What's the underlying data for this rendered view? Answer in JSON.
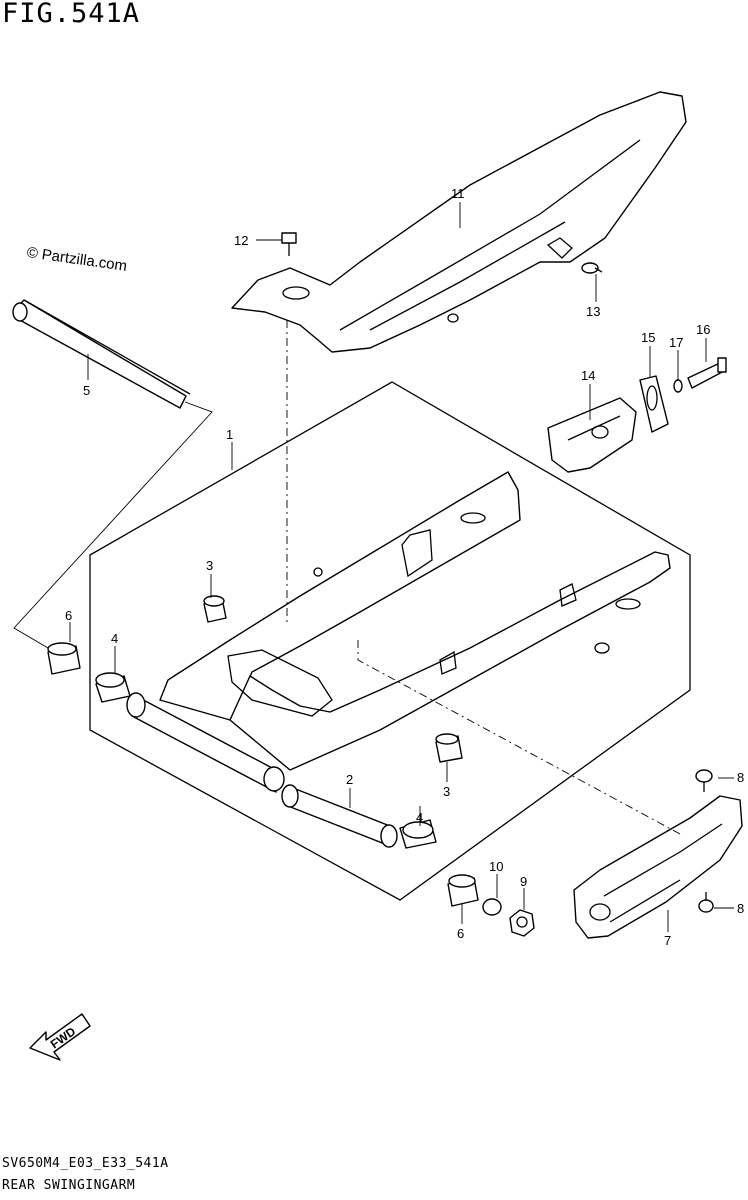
{
  "figure": {
    "title": "FIG.541A",
    "copyright": "© Partzilla.com",
    "footer_code": "SV650M4_E03_E33_541A",
    "footer_name": "REAR SWINGINGARM",
    "fwd_label": "FWD"
  },
  "callouts": [
    {
      "id": "c1",
      "text": "1"
    },
    {
      "id": "c2",
      "text": "2"
    },
    {
      "id": "c3a",
      "text": "3"
    },
    {
      "id": "c3b",
      "text": "3"
    },
    {
      "id": "c4a",
      "text": "4"
    },
    {
      "id": "c4b",
      "text": "4"
    },
    {
      "id": "c5",
      "text": "5"
    },
    {
      "id": "c6a",
      "text": "6"
    },
    {
      "id": "c6b",
      "text": "6"
    },
    {
      "id": "c7",
      "text": "7"
    },
    {
      "id": "c8a",
      "text": "8"
    },
    {
      "id": "c8b",
      "text": "8"
    },
    {
      "id": "c9",
      "text": "9"
    },
    {
      "id": "c10",
      "text": "10"
    },
    {
      "id": "c11",
      "text": "11"
    },
    {
      "id": "c12",
      "text": "12"
    },
    {
      "id": "c13",
      "text": "13"
    },
    {
      "id": "c14",
      "text": "14"
    },
    {
      "id": "c15",
      "text": "15"
    },
    {
      "id": "c16",
      "text": "16"
    },
    {
      "id": "c17",
      "text": "17"
    }
  ]
}
